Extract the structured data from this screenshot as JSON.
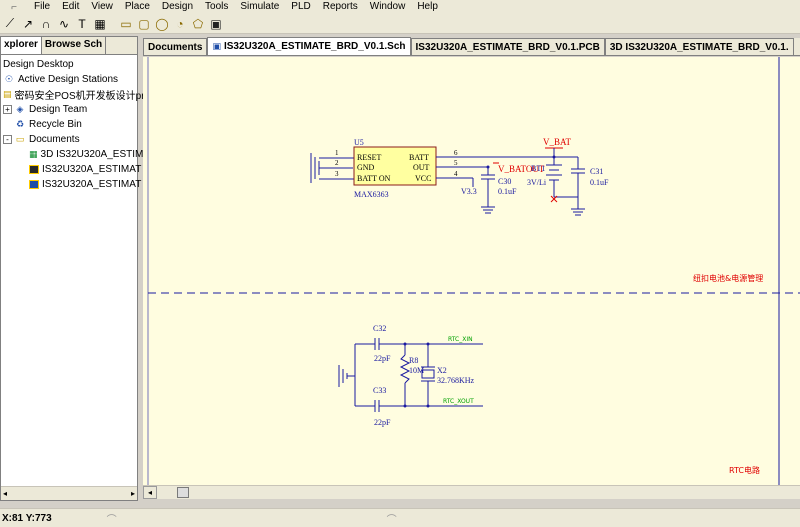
{
  "menubar": {
    "items": [
      "File",
      "Edit",
      "View",
      "Place",
      "Design",
      "Tools",
      "Simulate",
      "PLD",
      "Reports",
      "Window",
      "Help"
    ]
  },
  "left_panel": {
    "tabs": [
      "xplorer",
      "Browse Sch"
    ],
    "tree": [
      {
        "label": "Design Desktop",
        "icon": "none",
        "level": 0
      },
      {
        "label": "Active Design Stations",
        "icon": "stations-icon",
        "level": 0
      },
      {
        "label": "密码安全POS机开发板设计pr",
        "icon": "database-icon",
        "level": 0
      },
      {
        "label": "Design Team",
        "icon": "team-icon",
        "level": 0,
        "expander": "+"
      },
      {
        "label": "Recycle Bin",
        "icon": "recycle-icon",
        "level": 0
      },
      {
        "label": "Documents",
        "icon": "folder-icon",
        "level": 0,
        "expander": "-"
      },
      {
        "label": "3D IS32U320A_ESTIM",
        "icon": "3d-icon",
        "level": 1
      },
      {
        "label": "IS32U320A_ESTIMAT",
        "icon": "pcb-icon",
        "level": 1
      },
      {
        "label": "IS32U320A_ESTIMAT",
        "icon": "sch-icon",
        "level": 1
      }
    ]
  },
  "doc_tabs": [
    {
      "label": "Documents",
      "icon": ""
    },
    {
      "label": "IS32U320A_ESTIMATE_BRD_V0.1.Sch",
      "icon": "sch-icon"
    },
    {
      "label": "IS32U320A_ESTIMATE_BRD_V0.1.PCB",
      "icon": ""
    },
    {
      "label": "3D IS32U320A_ESTIMATE_BRD_V0.1.",
      "icon": ""
    }
  ],
  "schematic": {
    "u5_ref": "U5",
    "u5_part": "MAX6363",
    "u5_pins_left": [
      "RESET",
      "GND",
      "BATT ON"
    ],
    "u5_pins_right": [
      "BATT",
      "OUT",
      "VCC"
    ],
    "u5_pin_nums_left": [
      "1",
      "2",
      "3"
    ],
    "u5_pin_nums_right": [
      "6",
      "5",
      "4"
    ],
    "net_vbat": "V_BAT",
    "net_vbatout": "V_BATOUT",
    "net_v33": "V3.3",
    "c30_ref": "C30",
    "c30_val": "0.1uF",
    "bt1_ref": "BT1",
    "bt1_val": "3V/Li",
    "c31_ref": "C31",
    "c31_val": "0.1uF",
    "section1_label": "纽扣电池&电源管理",
    "c32_ref": "C32",
    "c32_val": "22pF",
    "r8_ref": "R8",
    "r8_val": "10M",
    "x2_ref": "X2",
    "x2_val": "32.768KHz",
    "c33_ref": "C33",
    "c33_val": "22pF",
    "net_rtc_xin": "RTC_XIN",
    "net_rtc_xout": "RTC_XOUT",
    "section2_label": "RTC电路",
    "color_wire": "#1a1aa0",
    "color_part": "#8b1a1a",
    "color_net": "#00a000",
    "color_label_red": "#e00000"
  },
  "statusbar": {
    "coords": "X:81 Y:773"
  }
}
